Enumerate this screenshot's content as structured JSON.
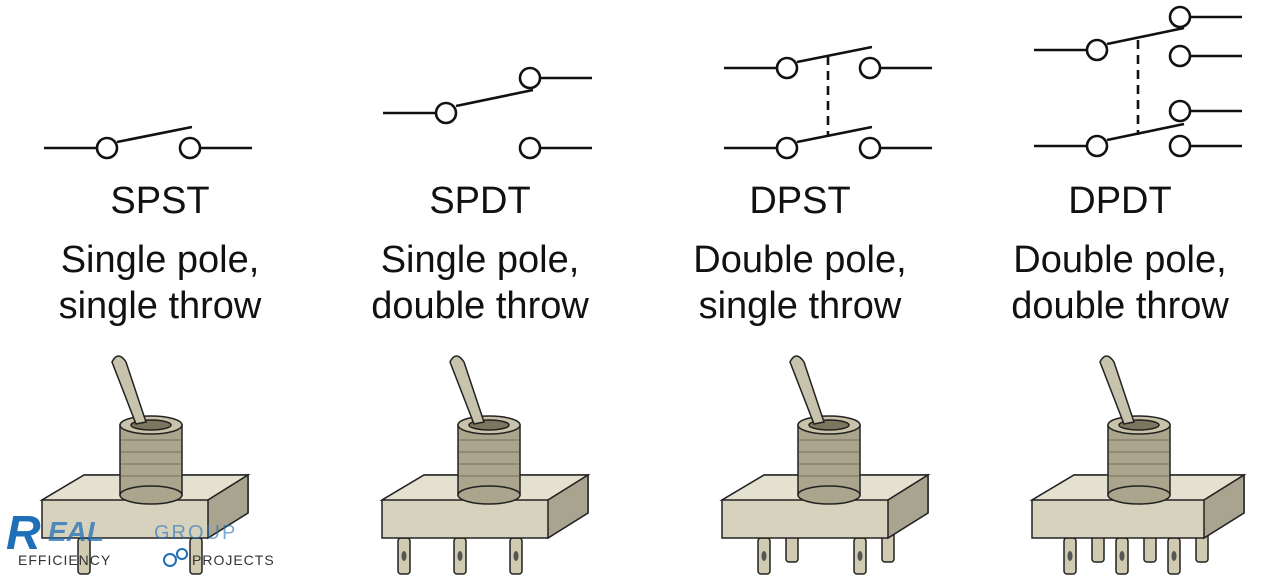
{
  "switches": [
    {
      "code": "SPST",
      "line1": "Single pole,",
      "line2": "single throw",
      "poles": 1,
      "throws": 1
    },
    {
      "code": "SPDT",
      "line1": "Single pole,",
      "line2": "double throw",
      "poles": 1,
      "throws": 2
    },
    {
      "code": "DPST",
      "line1": "Double pole,",
      "line2": "single throw",
      "poles": 2,
      "throws": 1
    },
    {
      "code": "DPDT",
      "line1": "Double pole,",
      "line2": "double throw",
      "poles": 2,
      "throws": 2
    }
  ],
  "logo": {
    "brand": "REAL",
    "group": "GROUP",
    "tagline_left": "EFFICIENCY",
    "tagline_right": "PROJECTS"
  },
  "colors": {
    "line": "#111111",
    "metal": "#b5b09a",
    "metal_dark": "#8a8670",
    "logo_blue": "#1f6fb8"
  }
}
